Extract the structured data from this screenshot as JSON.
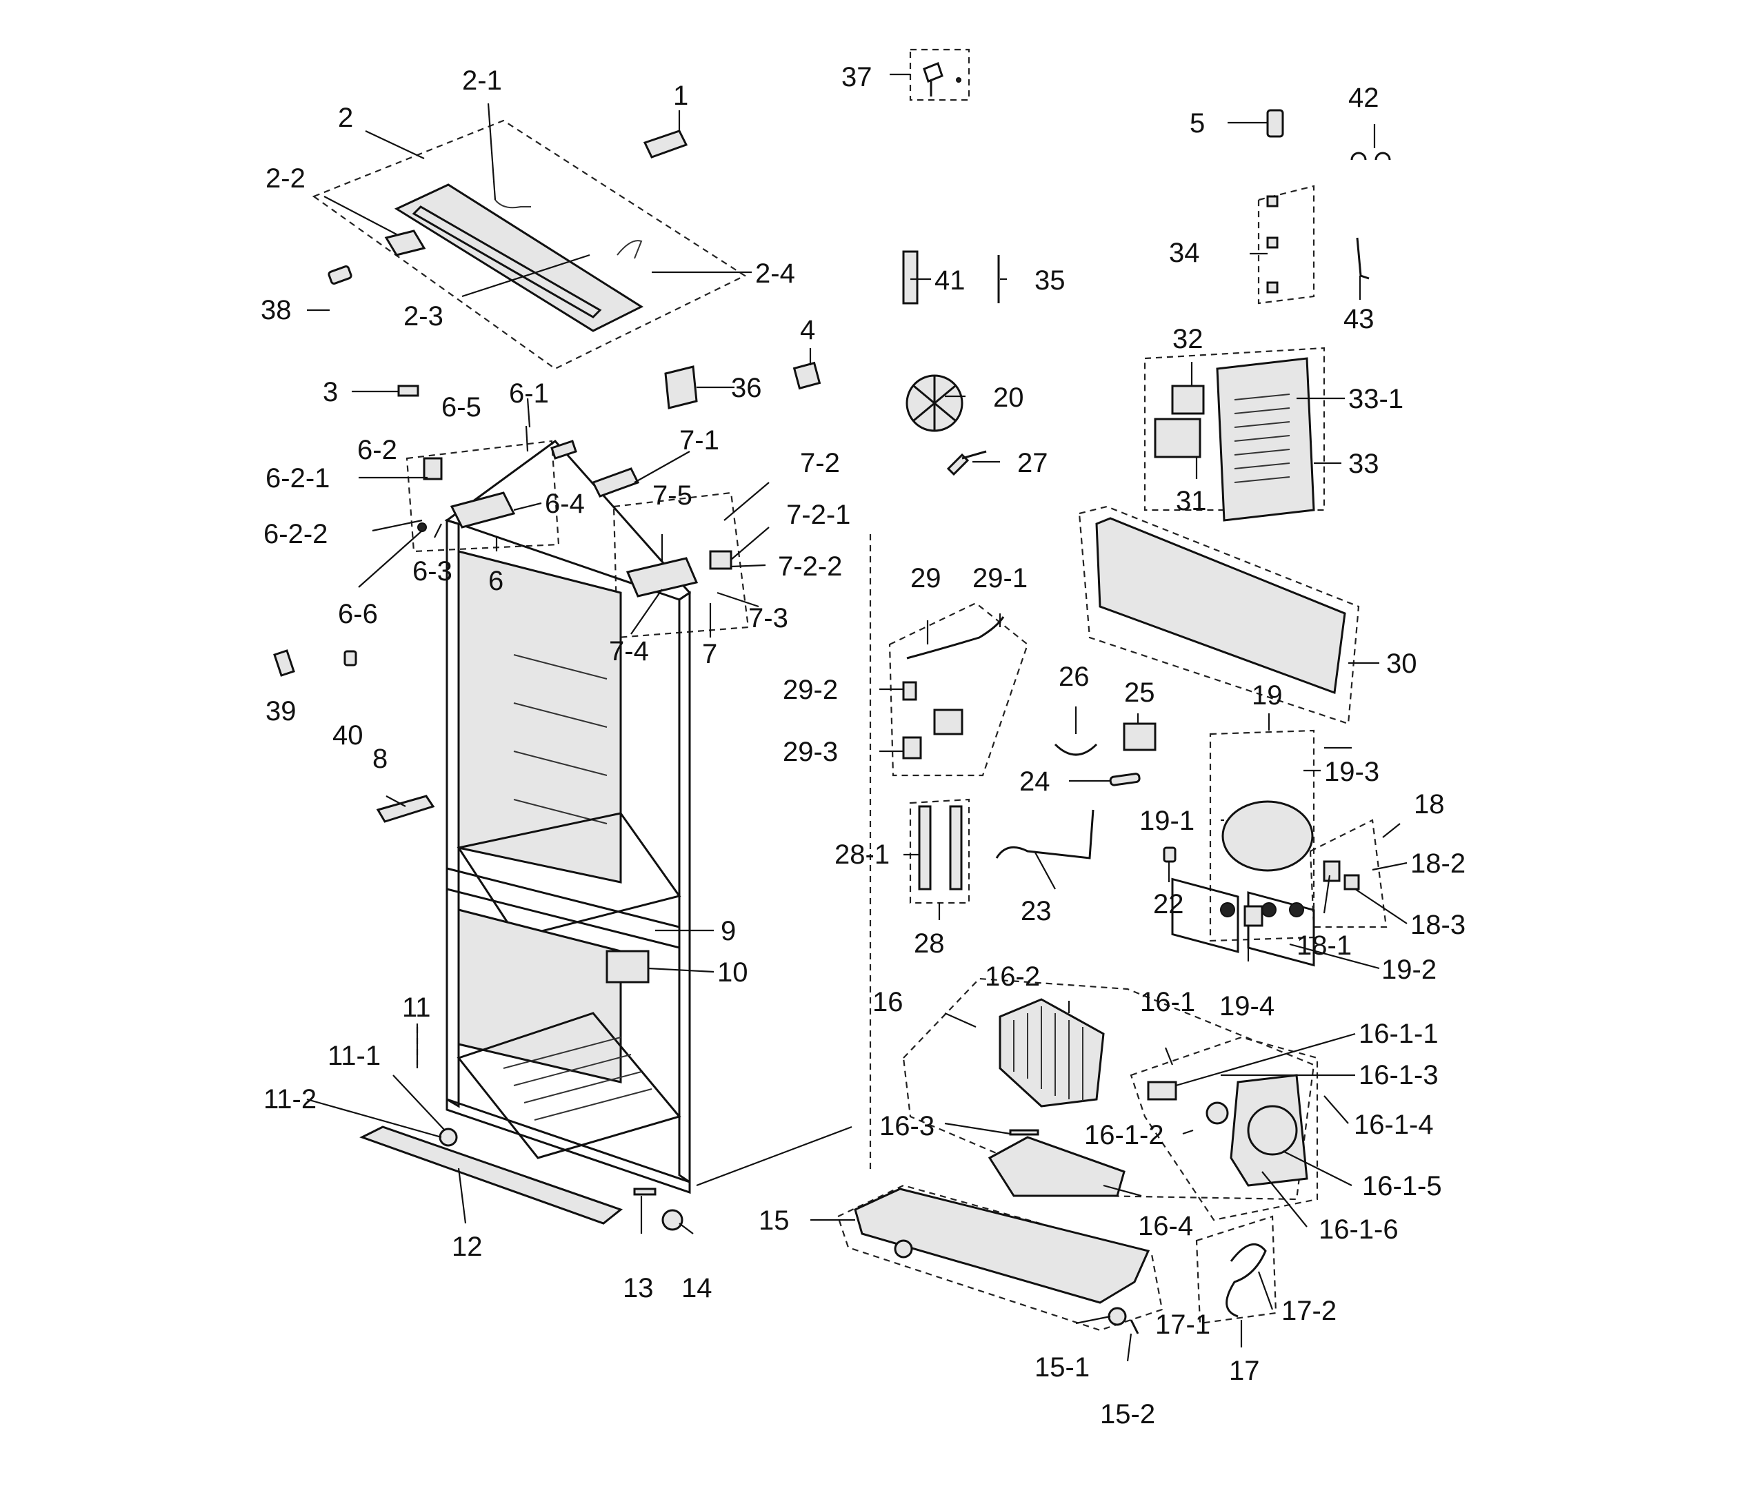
{
  "labels": {
    "l1": "1",
    "l2": "2",
    "l2_1": "2-1",
    "l2_2": "2-2",
    "l2_3": "2-3",
    "l2_4": "2-4",
    "l3": "3",
    "l4": "4",
    "l5": "5",
    "l6": "6",
    "l6_1": "6-1",
    "l6_2": "6-2",
    "l6_2_1": "6-2-1",
    "l6_2_2": "6-2-2",
    "l6_3": "6-3",
    "l6_4": "6-4",
    "l6_5": "6-5",
    "l6_6": "6-6",
    "l7": "7",
    "l7_1": "7-1",
    "l7_2": "7-2",
    "l7_2_1": "7-2-1",
    "l7_2_2": "7-2-2",
    "l7_3": "7-3",
    "l7_4": "7-4",
    "l7_5": "7-5",
    "l8": "8",
    "l9": "9",
    "l10": "10",
    "l11": "11",
    "l11_1": "11-1",
    "l11_2": "11-2",
    "l12": "12",
    "l13": "13",
    "l14": "14",
    "l15": "15",
    "l15_1": "15-1",
    "l15_2": "15-2",
    "l16": "16",
    "l16_1": "16-1",
    "l16_1_1": "16-1-1",
    "l16_1_2": "16-1-2",
    "l16_1_3": "16-1-3",
    "l16_1_4": "16-1-4",
    "l16_1_5": "16-1-5",
    "l16_1_6": "16-1-6",
    "l16_2": "16-2",
    "l16_3": "16-3",
    "l16_4": "16-4",
    "l17": "17",
    "l17_1": "17-1",
    "l17_2": "17-2",
    "l18": "18",
    "l18_1": "18-1",
    "l18_2": "18-2",
    "l18_3": "18-3",
    "l19": "19",
    "l19_1": "19-1",
    "l19_2": "19-2",
    "l19_3": "19-3",
    "l19_4": "19-4",
    "l20": "20",
    "l22": "22",
    "l23": "23",
    "l24": "24",
    "l25": "25",
    "l26": "26",
    "l27": "27",
    "l28": "28",
    "l28_1": "28-1",
    "l29": "29",
    "l29_1": "29-1",
    "l29_2": "29-2",
    "l29_3": "29-3",
    "l30": "30",
    "l31": "31",
    "l32": "32",
    "l33": "33",
    "l33_1": "33-1",
    "l34": "34",
    "l35": "35",
    "l36": "36",
    "l37": "37",
    "l38": "38",
    "l39": "39",
    "l40": "40",
    "l41": "41",
    "l42": "42",
    "l43": "43"
  },
  "colors": {
    "line": "#111111",
    "background": "#ffffff"
  }
}
